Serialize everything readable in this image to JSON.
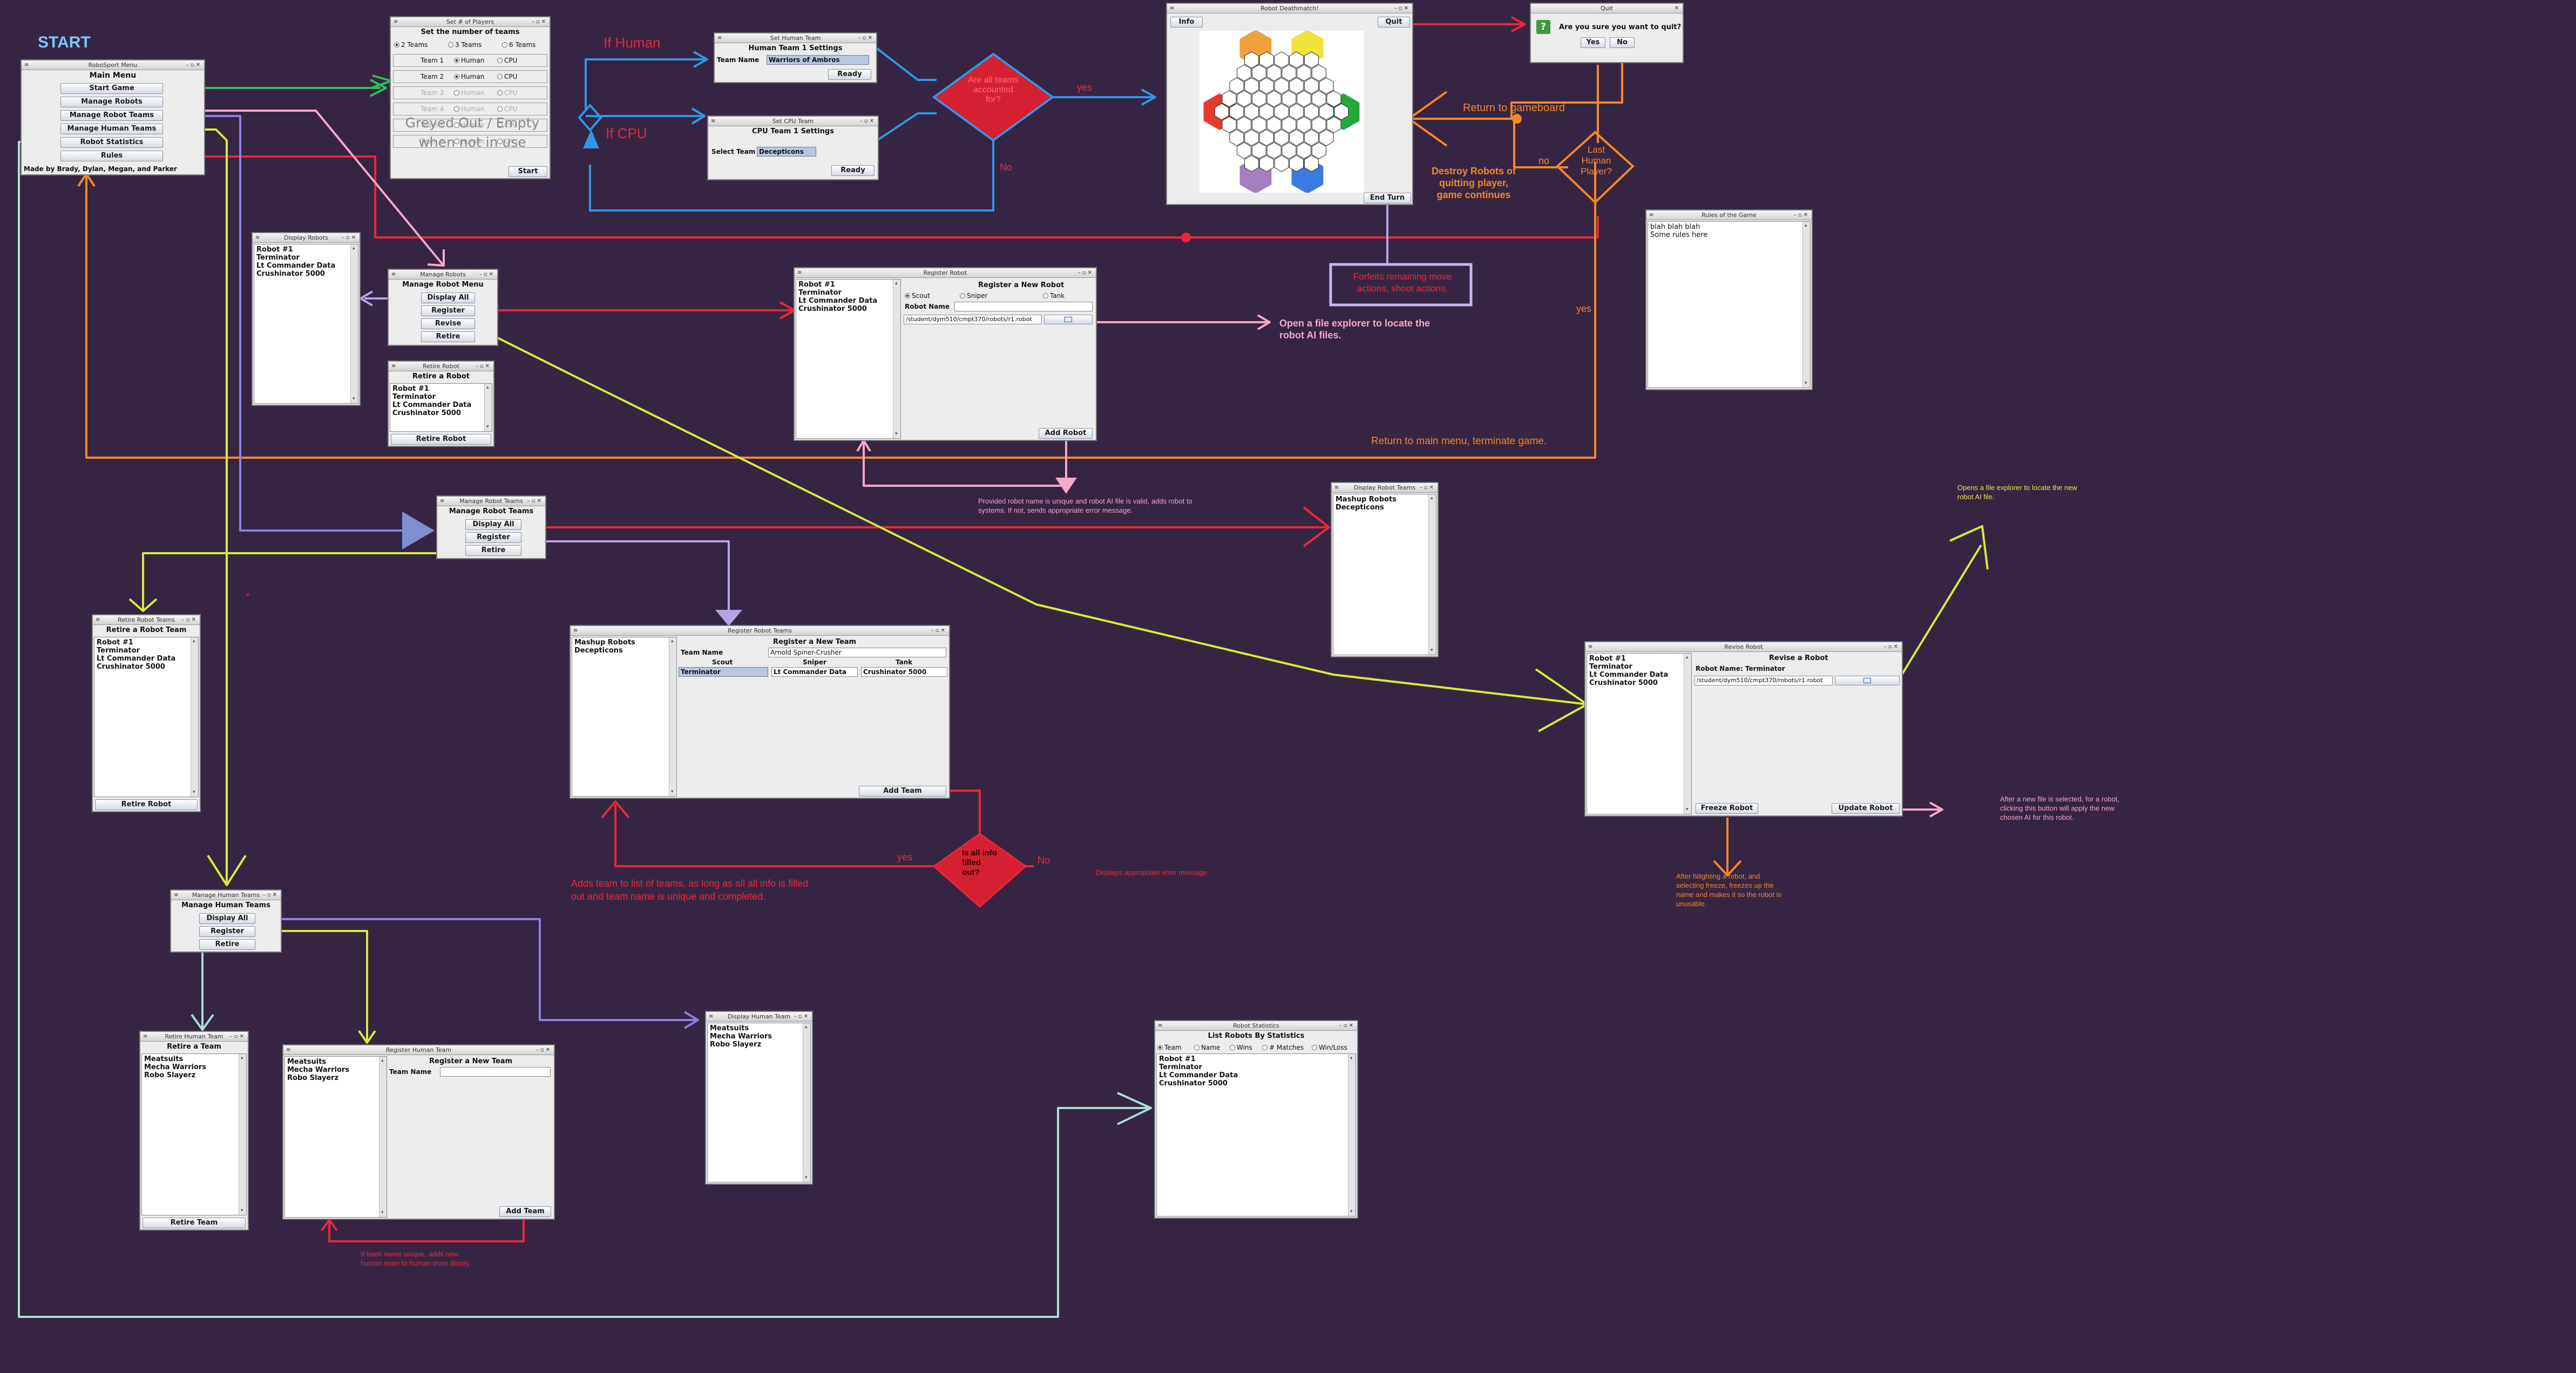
{
  "start_label": "START",
  "roboSport_menu": {
    "title": "RoboSport Menu",
    "heading": "Main Menu",
    "buttons": [
      "Start Game",
      "Manage Robots",
      "Manage Robot Teams",
      "Manage Human Teams",
      "Robot Statistics",
      "Rules"
    ],
    "credit": "Made by Brady, Dylan, Megan, and Parker"
  },
  "set_players": {
    "title": "Set # of Players",
    "heading": "Set the number of teams",
    "team_count_options": [
      "2 Teams",
      "3 Teams",
      "6 Teams"
    ],
    "rows": [
      {
        "label": "Team 1",
        "human": "Human",
        "cpu": "CPU"
      },
      {
        "label": "Team 2",
        "human": "Human",
        "cpu": "CPU"
      },
      {
        "label": "Team 3",
        "human": "Human",
        "cpu": "CPU"
      },
      {
        "label": "Team 4",
        "human": "Human",
        "cpu": "CPU"
      },
      {
        "label": "Team 5",
        "human": "Human",
        "cpu": "CPU"
      },
      {
        "label": "Team 6",
        "human": "Human",
        "cpu": "CPU"
      }
    ],
    "greyed_note": "Greyed Out / Empty when not in use",
    "start": "Start"
  },
  "human_team": {
    "title": "Set Human Team",
    "heading": "Human Team 1 Settings",
    "label": "Team Name",
    "value": "Warriors of Ambros",
    "button": "Ready"
  },
  "cpu_team": {
    "title": "Set CPU Team",
    "heading": "CPU Team 1 Settings",
    "label": "Select Team",
    "value": "Decepticons",
    "button": "Ready"
  },
  "gameboard": {
    "title": "Robot Deathmatch!",
    "info": "Info",
    "quit": "Quit",
    "end_turn": "End Turn"
  },
  "quit_dialog": {
    "title": "Quit",
    "question": "Are you sure you want to quit?",
    "yes": "Yes",
    "no": "No"
  },
  "rules": {
    "title": "Rules of the Game",
    "text": [
      "blah blah blah",
      "Some rules here"
    ]
  },
  "robots": [
    "Robot #1",
    "Terminator",
    "Lt Commander Data",
    "Crushinator 5000"
  ],
  "teams": [
    "Mashup Robots",
    "Decepticons"
  ],
  "human_teams": [
    "Meatsuits",
    "Mecha Warriors",
    "Robo Slayerz"
  ],
  "display_robots": {
    "title": "Display Robots"
  },
  "manage_robots": {
    "title": "Manage Robots",
    "heading": "Manage Robot Menu",
    "buttons": [
      "Display All",
      "Register",
      "Revise",
      "Retire"
    ]
  },
  "retire_robot": {
    "title": "Retire Robot",
    "heading": "Retire a Robot",
    "button": "Retire Robot"
  },
  "register_robot": {
    "title": "Register Robot",
    "heading": "Register a New Robot",
    "types": [
      "Scout",
      "Sniper",
      "Tank"
    ],
    "name_label": "Robot Name",
    "path": "/student/dym510/cmpt370/robots/r1.robot",
    "button": "Add Robot"
  },
  "manage_teams": {
    "title": "Manage Robot Teams",
    "heading": "Manage Robot Teams",
    "buttons": [
      "Display All",
      "Register",
      "Retire"
    ]
  },
  "display_teams": {
    "title": "Display Robot Teams"
  },
  "retire_team": {
    "title": "Retire Robot Teams",
    "heading": "Retire a Robot Team",
    "button": "Retire Robot"
  },
  "register_team": {
    "title": "Register Robot Teams",
    "heading": "Register a New Team",
    "name_label": "Team Name",
    "name_value": "Arnold Spiner-Crusher",
    "columns": [
      "Scout",
      "Sniper",
      "Tank"
    ],
    "picks": [
      "Terminator",
      "Lt Commander Data",
      "Crushinator 5000"
    ],
    "button": "Add Team"
  },
  "revise_robot": {
    "title": "Revise Robot",
    "heading": "Revise a Robot",
    "name_label": "Robot Name: Terminator",
    "path": "/student/dym510/cmpt370/robots/r1.robot",
    "freeze": "Freeze Robot",
    "update": "Update Robot"
  },
  "manage_human": {
    "title": "Manage Human Teams",
    "heading": "Manage Human Teams",
    "buttons": [
      "Display All",
      "Register",
      "Retire"
    ]
  },
  "retire_human": {
    "title": "Retire Human Team",
    "heading": "Retire a Team",
    "button": "Retire Team"
  },
  "register_human": {
    "title": "Register Human Team",
    "heading": "Register a New Team",
    "name_label": "Team Name",
    "button": "Add Team"
  },
  "display_human": {
    "title": "Display Human Team"
  },
  "statistics": {
    "title": "Robot Statistics",
    "heading": "List Robots By Statistics",
    "options": [
      "Team",
      "Name",
      "Wins",
      "# Matches",
      "Win/Loss"
    ]
  },
  "annotations": {
    "if_human": "If Human",
    "if_cpu": "If CPU",
    "diamond_all_set": "Are all teams accounted for?",
    "yes1": "yes",
    "no1": "No",
    "return_gameboard": "Return to gameboard",
    "last_human": "Last Human Player?",
    "no2": "no",
    "yes2": "yes",
    "destroy": "Destroy Robots of quitting player, game continues",
    "forfeit": "Forfeits remaining move actions, shoot actions.",
    "return_main": "Return to main menu, terminate game.",
    "file_explorer": "Open a file explorer to locate the robot AI files.",
    "provided_name": "Provided robot name is unique and robot AI file is valid, adds robot to systems. If not, sends appropriate error message.",
    "diamond_info": "Is all info filled out?",
    "yes3": "yes",
    "no3": "No",
    "error_msg": "Displays appropriate error message",
    "adds_team": "Adds team to list of teams, as long as all all info is filled out and team name is unique and completed.",
    "opens_explorer": "Opens a file explorer to locate the new robot AI file.",
    "after_new_file": "After a new file is selected, for a robot, clicking this button will apply the new chosen AI for this robot.",
    "after_highlight": "After hilighting a robot, and selecting freeze, freezes up the name and makes it so the robot is unusable.",
    "human_unique": "If team name unique, adds new human team to human team library.",
    "stray_mark": "*"
  },
  "colors": {
    "background": "#362542",
    "green": "#2fbf5a",
    "blue": "#2f97e8",
    "pink": "#f4a9c6",
    "red": "#e8283a",
    "orange": "#f5872a",
    "yellow": "#d8ea3a",
    "lavender": "#b3a4e6",
    "purple": "#8c80e0",
    "teal": "#a8e0d2",
    "yellow_text": "#f0e44a",
    "hex_red": "#e53b2c",
    "hex_yellow": "#f1e23c",
    "hex_green": "#23a83a",
    "hex_blue": "#3b7ae0",
    "hex_purple": "#a27fc0",
    "hex_orange": "#f0a040"
  }
}
